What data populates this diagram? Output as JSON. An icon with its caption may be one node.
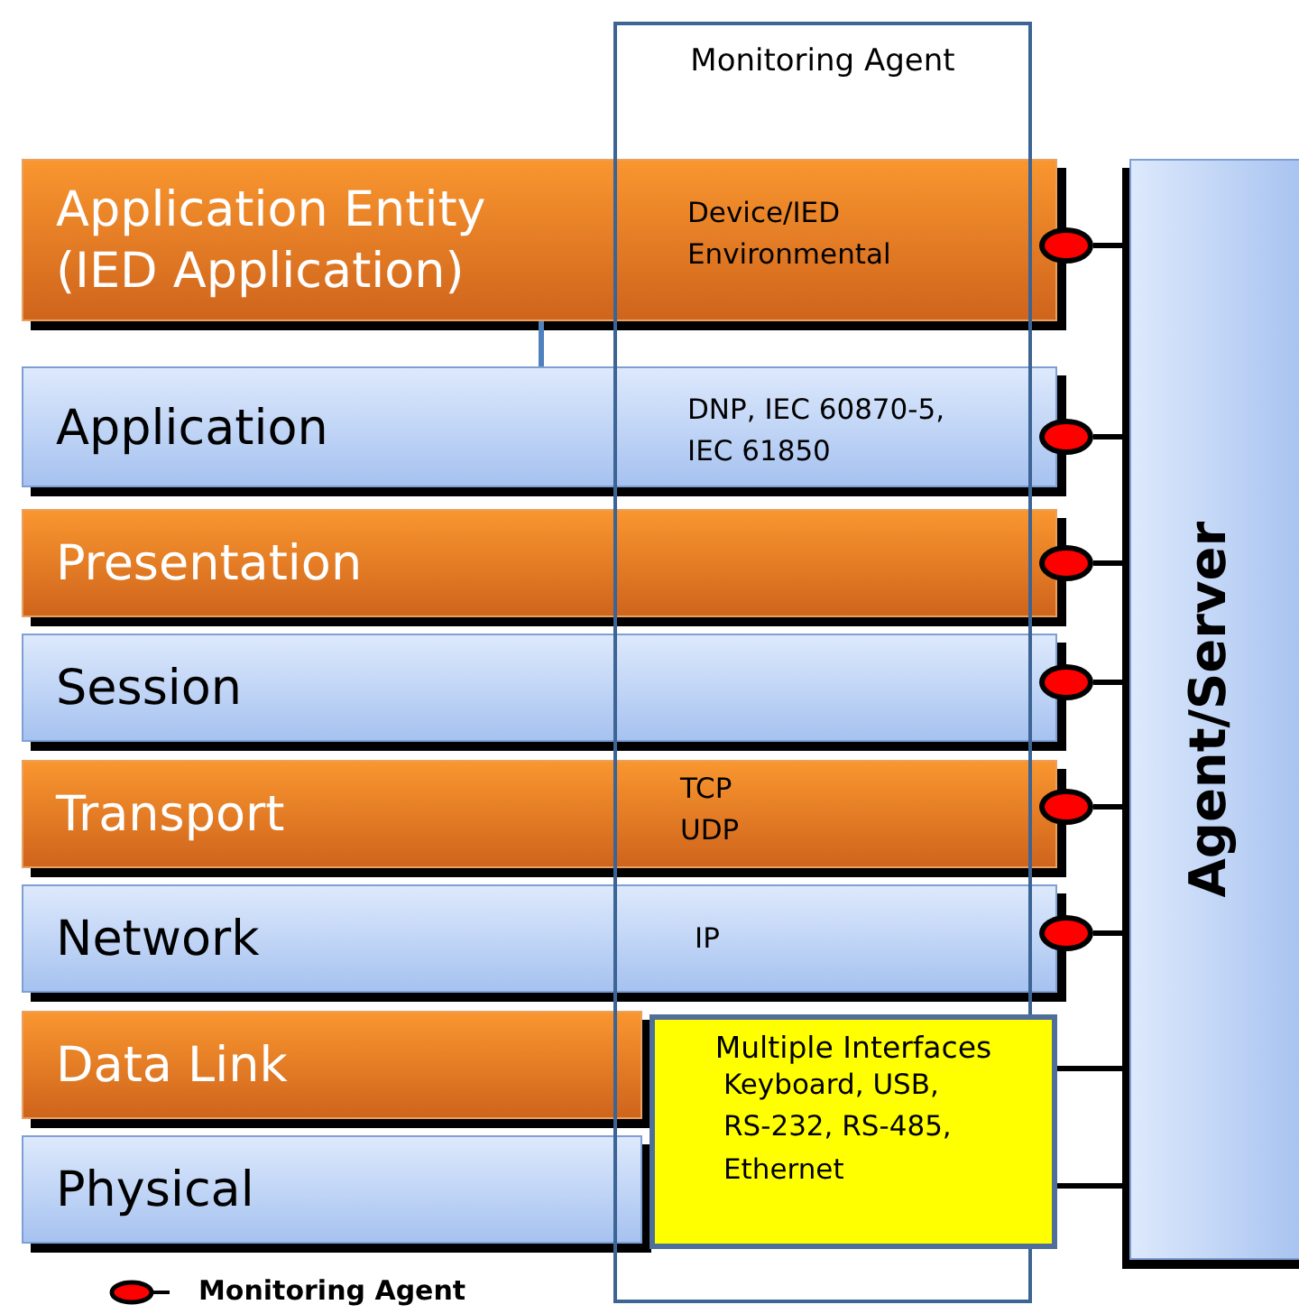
{
  "diagram": {
    "nodes": [
      {
        "text": [
          "Monitoring Agent"
        ]
      },
      {
        "text": [
          "Application Entity (IED Application)",
          "Device/IED Environmental"
        ]
      },
      {
        "text": [],
        "shape": "circle"
      },
      {
        "text": [
          "Application",
          "DNP, IEC 60870-5, IEC 61850"
        ]
      },
      {
        "text": [],
        "shape": "circle"
      },
      {
        "text": [
          "Presentation"
        ]
      },
      {
        "text": [],
        "shape": "circle"
      },
      {
        "text": [
          "Session"
        ]
      },
      {
        "text": [],
        "shape": "circle"
      },
      {
        "text": [
          "Transport",
          "TCP UDP"
        ]
      },
      {
        "text": [],
        "shape": "circle"
      },
      {
        "text": [
          "Network",
          "IP"
        ]
      },
      {
        "text": [],
        "shape": "circle"
      },
      {
        "text": [
          "Data Link"
        ]
      },
      {
        "text": [
          "Multiple Interfaces",
          "Keyboard, USB, RS-232, RS-485, Ethernet"
        ],
        "in": 0
      },
      {
        "text": [
          "Physical"
        ]
      },
      {
        "text": [
          "Agent/Server"
        ]
      }
    ],
    "edges": [
      {
        "from": 1,
        "to": 3,
        "arrow": "none",
        "color": "#4f81bd"
      },
      {
        "from": 2,
        "to": 16,
        "arrow": "none"
      },
      {
        "from": 4,
        "to": 16,
        "arrow": "none"
      },
      {
        "from": 6,
        "to": 16,
        "arrow": "none"
      },
      {
        "from": 8,
        "to": 16,
        "arrow": "none"
      },
      {
        "from": 10,
        "to": 16,
        "arrow": "none"
      },
      {
        "from": 12,
        "to": 16,
        "arrow": "none"
      },
      {
        "from": 14,
        "to": 16,
        "arrow": "none"
      },
      {
        "from": 14,
        "to": 16,
        "arrow": "none"
      }
    ],
    "legend": [
      {
        "text": "Monitoring Agent"
      }
    ]
  }
}
